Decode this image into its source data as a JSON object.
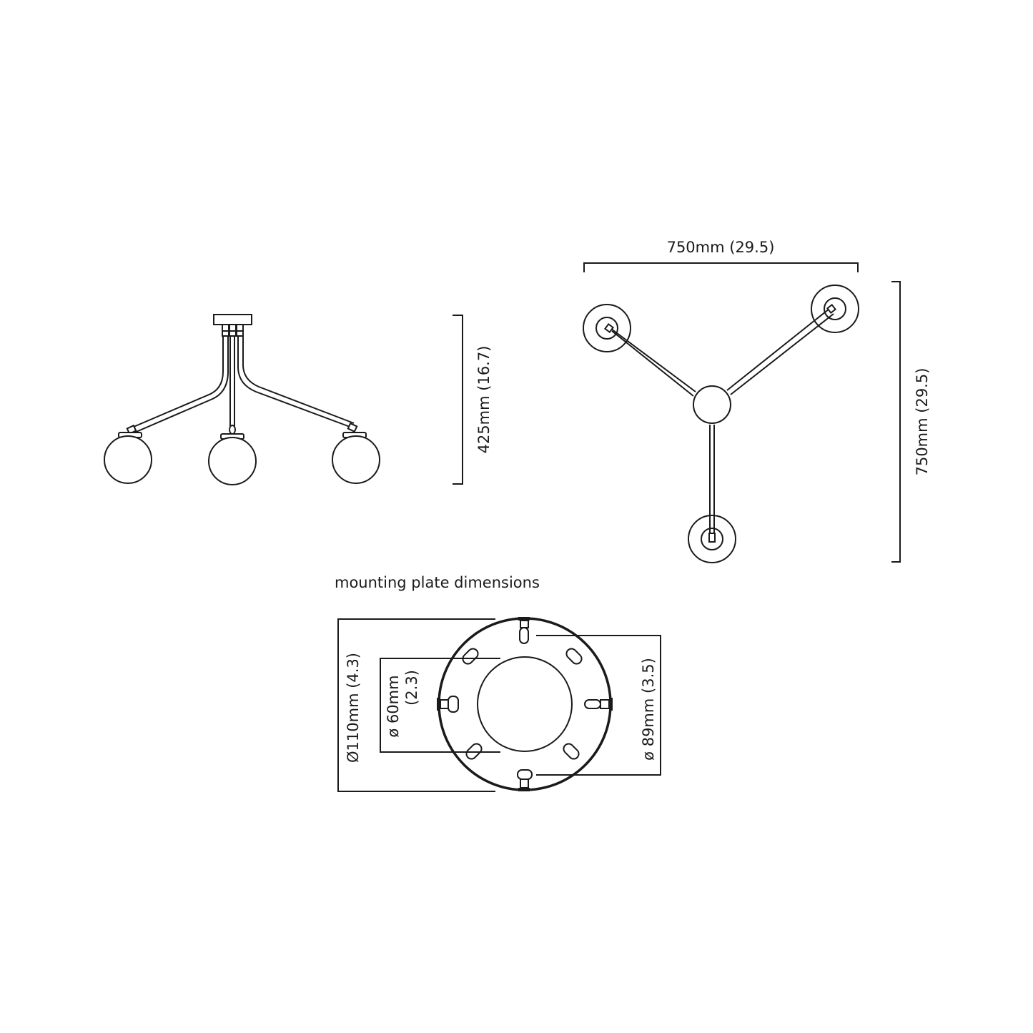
{
  "side_view": {
    "height_label": "425mm (16.7)"
  },
  "top_view": {
    "width_label": "750mm (29.5)",
    "depth_label": "750mm (29.5)"
  },
  "mounting_plate": {
    "title": "mounting plate dimensions",
    "outer_diameter_label": "Ø110mm (4.3)",
    "inner_diameter_label_line1": "ø 60mm",
    "inner_diameter_label_line2": "(2.3)",
    "screw_circle_label": "ø 89mm (3.5)"
  },
  "colors": {
    "line": "#1a1a1a",
    "background": "#ffffff"
  }
}
